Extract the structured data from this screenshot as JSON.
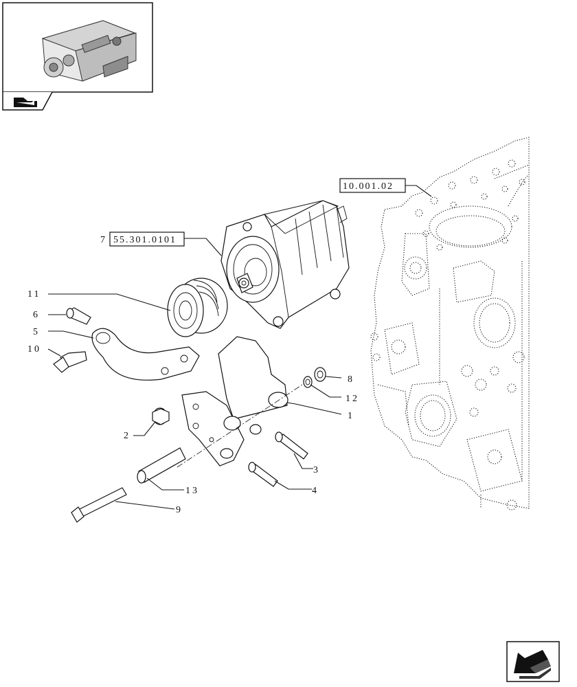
{
  "references": {
    "alternator": "55.301.0101",
    "engine_block": "10.001.02"
  },
  "callouts": [
    {
      "id": "c7",
      "text": "7"
    },
    {
      "id": "c11",
      "text": "11"
    },
    {
      "id": "c6",
      "text": "6"
    },
    {
      "id": "c5",
      "text": "5"
    },
    {
      "id": "c10",
      "text": "10"
    },
    {
      "id": "c2",
      "text": "2"
    },
    {
      "id": "c8",
      "text": "8"
    },
    {
      "id": "c12",
      "text": "12"
    },
    {
      "id": "c1",
      "text": "1"
    },
    {
      "id": "c3",
      "text": "3"
    },
    {
      "id": "c4",
      "text": "4"
    },
    {
      "id": "c13",
      "text": "13"
    },
    {
      "id": "c9",
      "text": "9"
    }
  ],
  "icons": {
    "thumbnail": "engine-thumbnail-icon",
    "folder": "folder-arrow-icon",
    "nav": "next-page-arrow-icon"
  }
}
